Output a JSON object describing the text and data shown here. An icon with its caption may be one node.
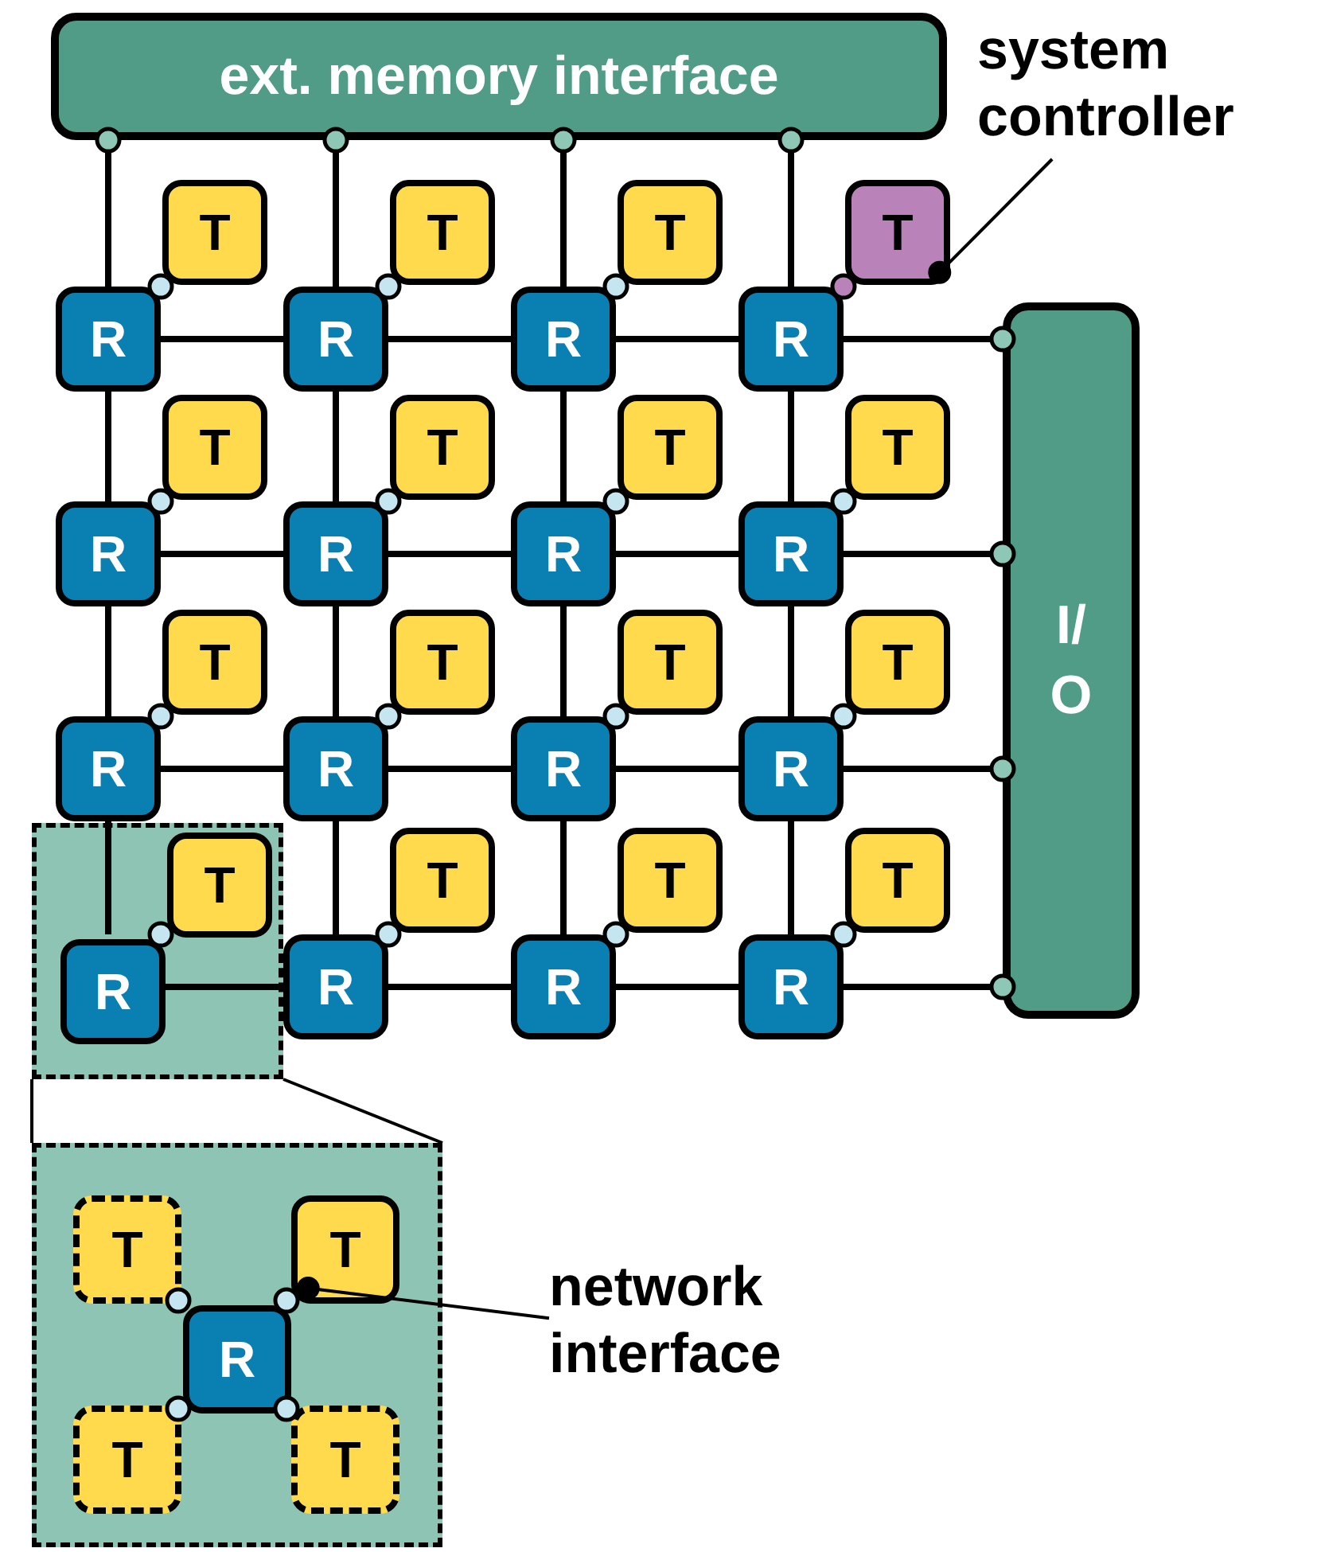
{
  "diagram": {
    "nodes": [
      {
        "text": [
          "ext. memory interface"
        ]
      },
      {
        "text": [
          "system controller"
        ]
      },
      {
        "text": [
          "I/O"
        ]
      },
      {
        "text": [
          "T"
        ]
      },
      {
        "text": [
          "T"
        ]
      },
      {
        "text": [
          "T"
        ]
      },
      {
        "text": [
          "T"
        ]
      },
      {
        "text": [
          "R"
        ]
      },
      {
        "text": [
          "R"
        ]
      },
      {
        "text": [
          "R"
        ]
      },
      {
        "text": [
          "R"
        ]
      },
      {
        "text": [
          "T"
        ]
      },
      {
        "text": [
          "T"
        ]
      },
      {
        "text": [
          "T"
        ]
      },
      {
        "text": [
          "T"
        ]
      },
      {
        "text": [
          "R"
        ]
      },
      {
        "text": [
          "R"
        ]
      },
      {
        "text": [
          "R"
        ]
      },
      {
        "text": [
          "R"
        ]
      },
      {
        "text": [
          "T"
        ]
      },
      {
        "text": [
          "T"
        ]
      },
      {
        "text": [
          "T"
        ]
      },
      {
        "text": [
          "T"
        ]
      },
      {
        "text": [
          "R"
        ]
      },
      {
        "text": [
          "R"
        ]
      },
      {
        "text": [
          "R"
        ]
      },
      {
        "text": [
          "R"
        ]
      },
      {
        "text": [],
        "shape": "box"
      },
      {
        "text": [
          "T"
        ],
        "in": 27
      },
      {
        "text": [
          "T"
        ]
      },
      {
        "text": [
          "T"
        ]
      },
      {
        "text": [
          "T"
        ]
      },
      {
        "text": [
          "R"
        ],
        "in": 27
      },
      {
        "text": [
          "R"
        ]
      },
      {
        "text": [
          "R"
        ]
      },
      {
        "text": [
          "R"
        ]
      },
      {
        "text": [],
        "shape": "box"
      },
      {
        "text": [
          "T"
        ],
        "in": 36
      },
      {
        "text": [
          "T"
        ],
        "in": 36
      },
      {
        "text": [
          "R"
        ],
        "in": 36
      },
      {
        "text": [
          "T"
        ],
        "in": 36
      },
      {
        "text": [
          "T"
        ],
        "in": 36
      },
      {
        "text": [
          "network interface"
        ]
      }
    ],
    "edges": [
      {
        "from": 7,
        "to": 0,
        "arrow": "other"
      },
      {
        "from": 8,
        "to": 0,
        "arrow": "other"
      },
      {
        "from": 9,
        "to": 0,
        "arrow": "other"
      },
      {
        "from": 10,
        "to": 0,
        "arrow": "other"
      },
      {
        "from": 3,
        "to": 7,
        "arrow": "other"
      },
      {
        "from": 4,
        "to": 8,
        "arrow": "other"
      },
      {
        "from": 5,
        "to": 9,
        "arrow": "other"
      },
      {
        "from": 6,
        "to": 10,
        "arrow": "other"
      },
      {
        "from": 11,
        "to": 15,
        "arrow": "other"
      },
      {
        "from": 12,
        "to": 16,
        "arrow": "other"
      },
      {
        "from": 13,
        "to": 17,
        "arrow": "other"
      },
      {
        "from": 14,
        "to": 18,
        "arrow": "other"
      },
      {
        "from": 19,
        "to": 23,
        "arrow": "other"
      },
      {
        "from": 20,
        "to": 24,
        "arrow": "other"
      },
      {
        "from": 21,
        "to": 25,
        "arrow": "other"
      },
      {
        "from": 22,
        "to": 26,
        "arrow": "other"
      },
      {
        "from": 28,
        "to": 32,
        "arrow": "other"
      },
      {
        "from": 29,
        "to": 33,
        "arrow": "other"
      },
      {
        "from": 30,
        "to": 34,
        "arrow": "other"
      },
      {
        "from": 31,
        "to": 35,
        "arrow": "other"
      },
      {
        "from": 7,
        "to": 8,
        "arrow": "none"
      },
      {
        "from": 8,
        "to": 9,
        "arrow": "none"
      },
      {
        "from": 9,
        "to": 10,
        "arrow": "none"
      },
      {
        "from": 15,
        "to": 16,
        "arrow": "none"
      },
      {
        "from": 16,
        "to": 17,
        "arrow": "none"
      },
      {
        "from": 17,
        "to": 18,
        "arrow": "none"
      },
      {
        "from": 23,
        "to": 24,
        "arrow": "none"
      },
      {
        "from": 24,
        "to": 25,
        "arrow": "none"
      },
      {
        "from": 25,
        "to": 26,
        "arrow": "none"
      },
      {
        "from": 32,
        "to": 33,
        "arrow": "none"
      },
      {
        "from": 33,
        "to": 34,
        "arrow": "none"
      },
      {
        "from": 34,
        "to": 35,
        "arrow": "none"
      },
      {
        "from": 7,
        "to": 15,
        "arrow": "none"
      },
      {
        "from": 8,
        "to": 16,
        "arrow": "none"
      },
      {
        "from": 9,
        "to": 17,
        "arrow": "none"
      },
      {
        "from": 10,
        "to": 18,
        "arrow": "none"
      },
      {
        "from": 15,
        "to": 23,
        "arrow": "none"
      },
      {
        "from": 16,
        "to": 24,
        "arrow": "none"
      },
      {
        "from": 17,
        "to": 25,
        "arrow": "none"
      },
      {
        "from": 18,
        "to": 26,
        "arrow": "none"
      },
      {
        "from": 23,
        "to": 32,
        "arrow": "none"
      },
      {
        "from": 24,
        "to": 33,
        "arrow": "none"
      },
      {
        "from": 25,
        "to": 34,
        "arrow": "none"
      },
      {
        "from": 26,
        "to": 35,
        "arrow": "none"
      },
      {
        "from": 10,
        "to": 2,
        "arrow": "other"
      },
      {
        "from": 18,
        "to": 2,
        "arrow": "other"
      },
      {
        "from": 26,
        "to": 2,
        "arrow": "other"
      },
      {
        "from": 35,
        "to": 2,
        "arrow": "other"
      },
      {
        "from": 1,
        "to": 6,
        "arrow": "other"
      },
      {
        "from": 27,
        "to": 36,
        "arrow": "none"
      },
      {
        "from": 27,
        "to": 36,
        "arrow": "none"
      },
      {
        "from": 37,
        "to": 39,
        "arrow": "other"
      },
      {
        "from": 38,
        "to": 39,
        "arrow": "other"
      },
      {
        "from": 40,
        "to": 39,
        "arrow": "other"
      },
      {
        "from": 41,
        "to": 39,
        "arrow": "other"
      },
      {
        "from": 42,
        "to": 38,
        "arrow": "other"
      }
    ]
  }
}
